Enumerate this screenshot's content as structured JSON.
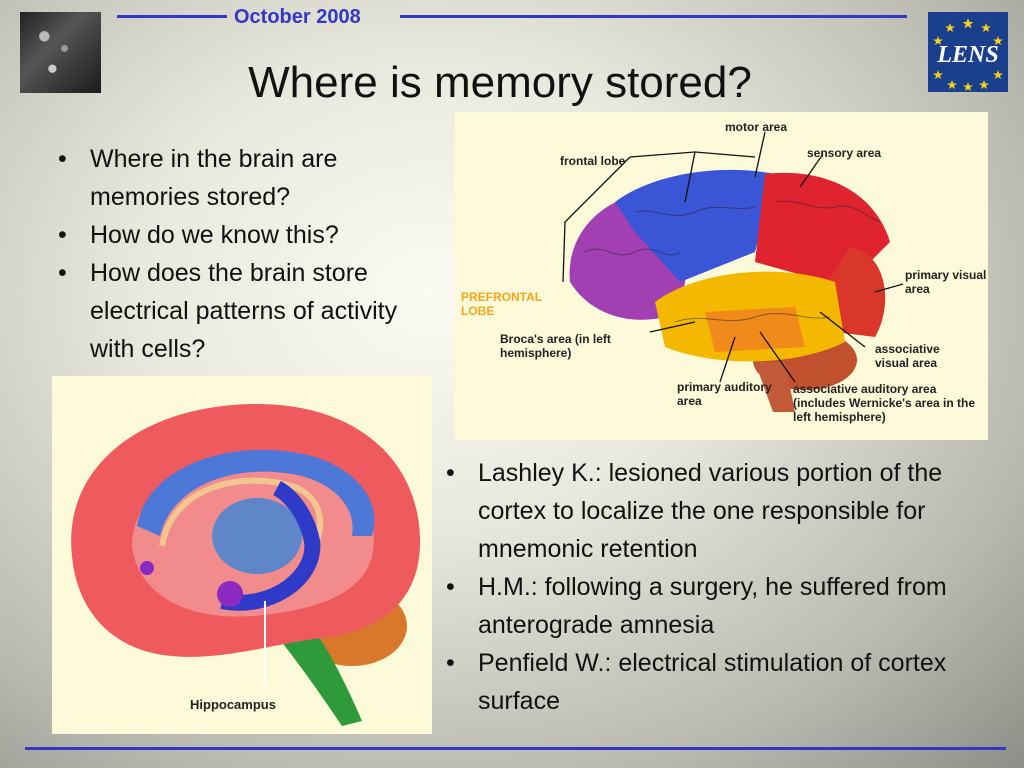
{
  "header": {
    "date": "October 2008",
    "title": "Where is memory stored?",
    "logo_text": "LENS",
    "accent_color": "#3437c4"
  },
  "left_bullets": [
    "Where in the brain are memories stored?",
    "How do we know this?",
    "How does the brain store electrical patterns of activity with cells?"
  ],
  "right_bullets": [
    "Lashley K.: lesioned various portion of the cortex to localize the one  responsible for mnemonic retention",
    "H.M.: following a surgery, he suffered from anterograde amnesia",
    "Penfield W.: electrical stimulation of cortex surface"
  ],
  "brain_diagram": {
    "labels": {
      "motor": "motor area",
      "frontal": "frontal lobe",
      "sensory": "sensory area",
      "prefrontal": "PREFRONTAL LOBE",
      "primary_visual": "primary visual area",
      "broca": "Broca's area (in left hemisphere)",
      "assoc_visual": "associative visual area",
      "primary_auditory": "primary auditory area",
      "assoc_auditory": "associative auditory area (includes Wernicke's area in the left hemisphere)"
    }
  },
  "hippocampus_diagram": {
    "label": "Hippocampus"
  }
}
